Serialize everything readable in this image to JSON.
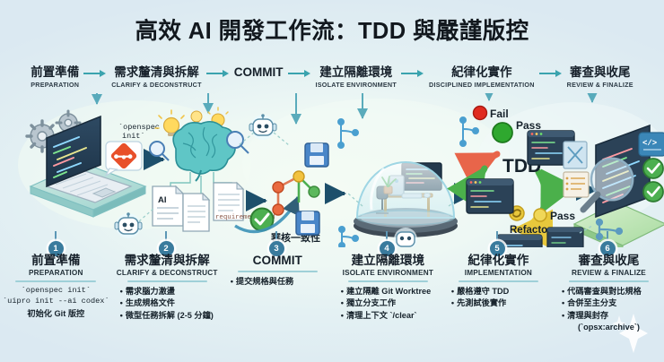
{
  "title": "高效 AI 開發工作流：TDD 與嚴謹版控",
  "theme": {
    "background": "#dceaf2",
    "accent_teal": "#3a7b9d",
    "arrow": "#3aa3ae",
    "rule": "#9fd0d8",
    "fail_red": "#e02b20",
    "pass_green": "#2fa82f",
    "refactor_yellow": "#e8c83c",
    "title_color": "#12181e"
  },
  "top_flow": {
    "arrow_icon": "arrow-right-icon",
    "steps": [
      {
        "zh": "前置準備",
        "en": "PREPARATION"
      },
      {
        "zh": "需求釐清與拆解",
        "en": "CLARIFY & DECONSTRUCT"
      },
      {
        "zh": "COMMIT",
        "en": ""
      },
      {
        "zh": "建立隔離環境",
        "en": "ISOLATE ENVIRONMENT"
      },
      {
        "zh": "紀律化實作",
        "en": "DISCIPLINED IMPLEMENTATION"
      },
      {
        "zh": "審查與收尾",
        "en": "REVIEW & FINALIZE"
      }
    ]
  },
  "illustration": {
    "labels": {
      "openspec_init": "`openspec init`",
      "ai_doc": "AI",
      "requirements_file": "requirements.md",
      "review_consistency": "審核一致性",
      "tdd": "TDD",
      "fail": "Fail",
      "pass_top": "Pass",
      "pass_bottom": "Pass",
      "refactor": "Refactor"
    },
    "icons": [
      "gear-icon",
      "laptop-code-icon",
      "git-logo-icon",
      "speech-bubble-icon",
      "lightbulb-icon",
      "brain-icon",
      "magnifier-icon",
      "document-icon",
      "robot-icon",
      "check-circle-icon",
      "commit-graph-icon",
      "floppy-disk-icon",
      "glass-dome-workspace-icon",
      "desk-icon",
      "monitor-code-icon",
      "plant-icon",
      "branch-icon",
      "terminal-window-icon",
      "cycle-arrows-icon",
      "code-review-magnifier-icon",
      "merge-branch-icon",
      "sparkle-icon"
    ]
  },
  "steps": [
    {
      "number": "1",
      "zh": "前置準備",
      "en": "PREPARATION",
      "items": [
        {
          "text": "`openspec init`",
          "mono": true,
          "bullet": false
        },
        {
          "text": "`uipro init --ai codex`",
          "mono": true,
          "bullet": false
        },
        {
          "text": "初始化 Git 版控",
          "mono": false,
          "bullet": false
        }
      ]
    },
    {
      "number": "2",
      "zh": "需求釐清與拆解",
      "en": "CLARIFY & DECONSTRUCT",
      "items": [
        {
          "text": "需求腦力激盪",
          "mono": false,
          "bullet": true
        },
        {
          "text": "生成規格文件",
          "mono": false,
          "bullet": true
        },
        {
          "text": "微型任務拆解 (2-5 分鐘)",
          "mono": false,
          "bullet": true
        }
      ]
    },
    {
      "number": "3",
      "zh": "COMMIT",
      "en": "",
      "items": [
        {
          "text": "提交規格與任務",
          "mono": false,
          "bullet": true
        }
      ]
    },
    {
      "number": "4",
      "zh": "建立隔離環境",
      "en": "ISOLATE ENVIRONMENT",
      "items": [
        {
          "text": "建立隔離 Git Worktree",
          "mono": false,
          "bullet": true
        },
        {
          "text": "獨立分支工作",
          "mono": false,
          "bullet": true
        },
        {
          "text": "清理上下文 `/clear`",
          "mono": false,
          "bullet": true
        }
      ]
    },
    {
      "number": "5",
      "zh": "紀律化實作",
      "en": "IMPLEMENTATION",
      "items": [
        {
          "text": "嚴格遵守 TDD",
          "mono": false,
          "bullet": true
        },
        {
          "text": "先測試後實作",
          "mono": false,
          "bullet": true
        }
      ]
    },
    {
      "number": "6",
      "zh": "審查與收尾",
      "en": "REVIEW & FINALIZE",
      "items": [
        {
          "text": "代碼審查與對比規格",
          "mono": false,
          "bullet": true
        },
        {
          "text": "合併至主分支",
          "mono": false,
          "bullet": true
        },
        {
          "text": "清理與封存",
          "mono": false,
          "bullet": true
        },
        {
          "text": "(`opsx:archive`)",
          "mono": false,
          "bullet": false
        }
      ]
    }
  ]
}
